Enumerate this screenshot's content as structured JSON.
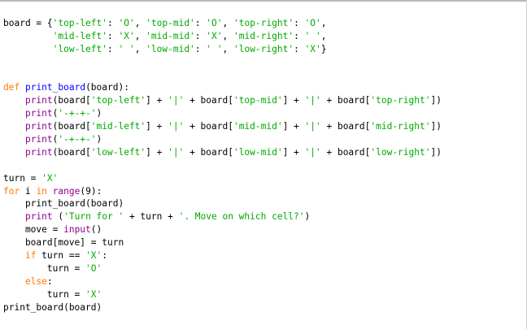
{
  "colors": {
    "plain": "#000000",
    "keyword": "#ff7700",
    "string": "#00aa00",
    "function": "#900090",
    "builtin": "#900090",
    "defname": "#0000ff"
  },
  "lines": [
    [
      [
        "plain",
        "board = {"
      ],
      [
        "string",
        "'top-left'"
      ],
      [
        "plain",
        ": "
      ],
      [
        "string",
        "'O'"
      ],
      [
        "plain",
        ", "
      ],
      [
        "string",
        "'top-mid'"
      ],
      [
        "plain",
        ": "
      ],
      [
        "string",
        "'O'"
      ],
      [
        "plain",
        ", "
      ],
      [
        "string",
        "'top-right'"
      ],
      [
        "plain",
        ": "
      ],
      [
        "string",
        "'O'"
      ],
      [
        "plain",
        ","
      ]
    ],
    [
      [
        "plain",
        "         "
      ],
      [
        "string",
        "'mid-left'"
      ],
      [
        "plain",
        ": "
      ],
      [
        "string",
        "'X'"
      ],
      [
        "plain",
        ", "
      ],
      [
        "string",
        "'mid-mid'"
      ],
      [
        "plain",
        ": "
      ],
      [
        "string",
        "'X'"
      ],
      [
        "plain",
        ", "
      ],
      [
        "string",
        "'mid-right'"
      ],
      [
        "plain",
        ": "
      ],
      [
        "string",
        "' '"
      ],
      [
        "plain",
        ","
      ]
    ],
    [
      [
        "plain",
        "         "
      ],
      [
        "string",
        "'low-left'"
      ],
      [
        "plain",
        ": "
      ],
      [
        "string",
        "' '"
      ],
      [
        "plain",
        ", "
      ],
      [
        "string",
        "'low-mid'"
      ],
      [
        "plain",
        ": "
      ],
      [
        "string",
        "' '"
      ],
      [
        "plain",
        ", "
      ],
      [
        "string",
        "'low-right'"
      ],
      [
        "plain",
        ": "
      ],
      [
        "string",
        "'X'"
      ],
      [
        "plain",
        "}"
      ]
    ],
    [],
    [],
    [
      [
        "keyword",
        "def"
      ],
      [
        "plain",
        " "
      ],
      [
        "defname",
        "print_board"
      ],
      [
        "plain",
        "(board):"
      ]
    ],
    [
      [
        "plain",
        "    "
      ],
      [
        "builtin",
        "print"
      ],
      [
        "plain",
        "(board["
      ],
      [
        "string",
        "'top-left'"
      ],
      [
        "plain",
        "] + "
      ],
      [
        "string",
        "'|'"
      ],
      [
        "plain",
        " + board["
      ],
      [
        "string",
        "'top-mid'"
      ],
      [
        "plain",
        "] + "
      ],
      [
        "string",
        "'|'"
      ],
      [
        "plain",
        " + board["
      ],
      [
        "string",
        "'top-right'"
      ],
      [
        "plain",
        "])"
      ]
    ],
    [
      [
        "plain",
        "    "
      ],
      [
        "builtin",
        "print"
      ],
      [
        "plain",
        "("
      ],
      [
        "string",
        "'-+-+-'"
      ],
      [
        "plain",
        ")"
      ]
    ],
    [
      [
        "plain",
        "    "
      ],
      [
        "builtin",
        "print"
      ],
      [
        "plain",
        "(board["
      ],
      [
        "string",
        "'mid-left'"
      ],
      [
        "plain",
        "] + "
      ],
      [
        "string",
        "'|'"
      ],
      [
        "plain",
        " + board["
      ],
      [
        "string",
        "'mid-mid'"
      ],
      [
        "plain",
        "] + "
      ],
      [
        "string",
        "'|'"
      ],
      [
        "plain",
        " + board["
      ],
      [
        "string",
        "'mid-right'"
      ],
      [
        "plain",
        "])"
      ]
    ],
    [
      [
        "plain",
        "    "
      ],
      [
        "builtin",
        "print"
      ],
      [
        "plain",
        "("
      ],
      [
        "string",
        "'-+-+-'"
      ],
      [
        "plain",
        ")"
      ]
    ],
    [
      [
        "plain",
        "    "
      ],
      [
        "builtin",
        "print"
      ],
      [
        "plain",
        "(board["
      ],
      [
        "string",
        "'low-left'"
      ],
      [
        "plain",
        "] + "
      ],
      [
        "string",
        "'|'"
      ],
      [
        "plain",
        " + board["
      ],
      [
        "string",
        "'low-mid'"
      ],
      [
        "plain",
        "] + "
      ],
      [
        "string",
        "'|'"
      ],
      [
        "plain",
        " + board["
      ],
      [
        "string",
        "'low-right'"
      ],
      [
        "plain",
        "])"
      ]
    ],
    [],
    [
      [
        "plain",
        "turn = "
      ],
      [
        "string",
        "'X'"
      ]
    ],
    [
      [
        "keyword",
        "for"
      ],
      [
        "plain",
        " i "
      ],
      [
        "keyword",
        "in"
      ],
      [
        "plain",
        " "
      ],
      [
        "builtin",
        "range"
      ],
      [
        "plain",
        "(9):"
      ]
    ],
    [
      [
        "plain",
        "    print_board(board)"
      ]
    ],
    [
      [
        "plain",
        "    "
      ],
      [
        "builtin",
        "print"
      ],
      [
        "plain",
        " ("
      ],
      [
        "string",
        "'Turn for '"
      ],
      [
        "plain",
        " + turn + "
      ],
      [
        "string",
        "'. Move on which cell?'"
      ],
      [
        "plain",
        ")"
      ]
    ],
    [
      [
        "plain",
        "    move = "
      ],
      [
        "builtin",
        "input"
      ],
      [
        "plain",
        "()"
      ]
    ],
    [
      [
        "plain",
        "    board[move] = turn"
      ]
    ],
    [
      [
        "plain",
        "    "
      ],
      [
        "keyword",
        "if"
      ],
      [
        "plain",
        " turn == "
      ],
      [
        "string",
        "'X'"
      ],
      [
        "plain",
        ":"
      ]
    ],
    [
      [
        "plain",
        "        turn = "
      ],
      [
        "string",
        "'O'"
      ]
    ],
    [
      [
        "plain",
        "    "
      ],
      [
        "keyword",
        "else"
      ],
      [
        "plain",
        ":"
      ]
    ],
    [
      [
        "plain",
        "        turn = "
      ],
      [
        "string",
        "'X'"
      ]
    ],
    [
      [
        "plain",
        "print_board(board)"
      ]
    ]
  ]
}
